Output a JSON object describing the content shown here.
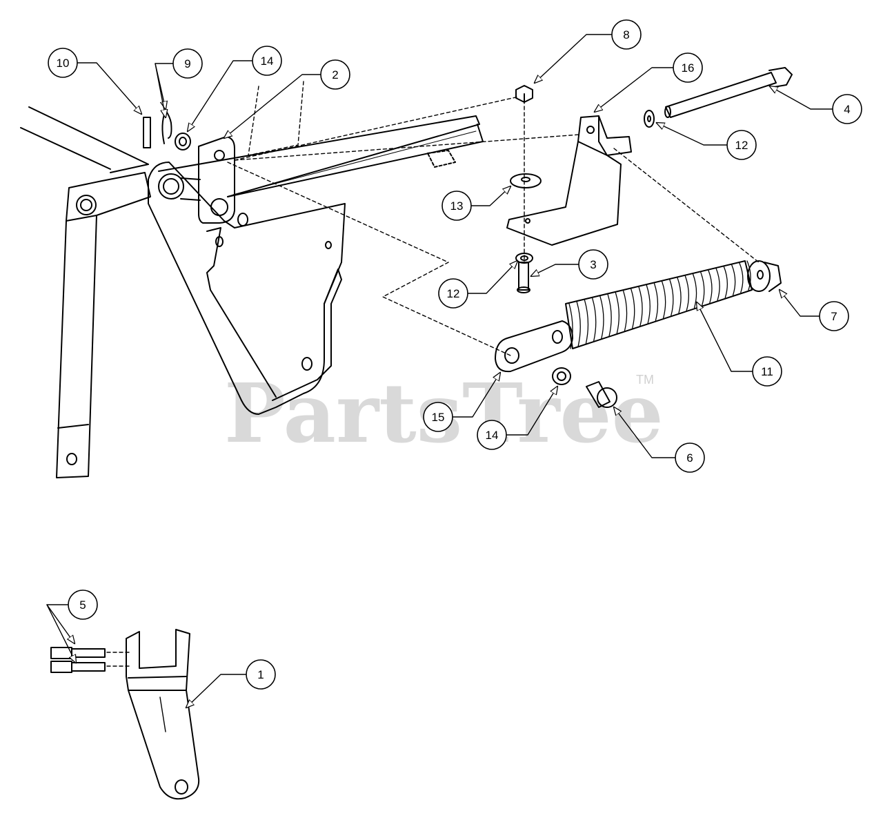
{
  "watermark": {
    "text": "PartsTree",
    "trademark": "TM"
  },
  "callouts": [
    {
      "id": "c10",
      "number": "10"
    },
    {
      "id": "c9",
      "number": "9"
    },
    {
      "id": "c14a",
      "number": "14"
    },
    {
      "id": "c2",
      "number": "2"
    },
    {
      "id": "c8",
      "number": "8"
    },
    {
      "id": "c16",
      "number": "16"
    },
    {
      "id": "c4",
      "number": "4"
    },
    {
      "id": "c12a",
      "number": "12"
    },
    {
      "id": "c13",
      "number": "13"
    },
    {
      "id": "c3",
      "number": "3"
    },
    {
      "id": "c12b",
      "number": "12"
    },
    {
      "id": "c7",
      "number": "7"
    },
    {
      "id": "c11",
      "number": "11"
    },
    {
      "id": "c15",
      "number": "15"
    },
    {
      "id": "c14b",
      "number": "14"
    },
    {
      "id": "c6",
      "number": "6"
    },
    {
      "id": "c5",
      "number": "5"
    },
    {
      "id": "c1",
      "number": "1"
    }
  ]
}
